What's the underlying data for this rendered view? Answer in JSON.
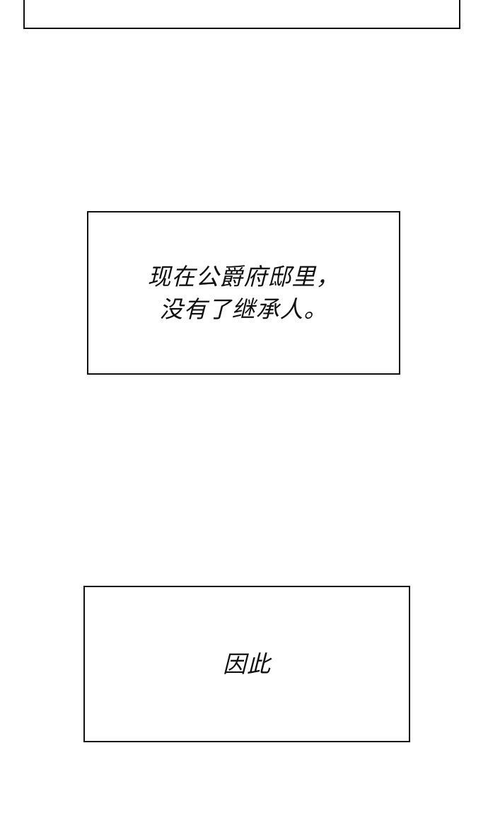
{
  "panels": [
    {
      "lines": []
    },
    {
      "lines": [
        "现在公爵府邸里，",
        "没有了继承人。"
      ]
    },
    {
      "lines": [
        "因此"
      ]
    }
  ]
}
